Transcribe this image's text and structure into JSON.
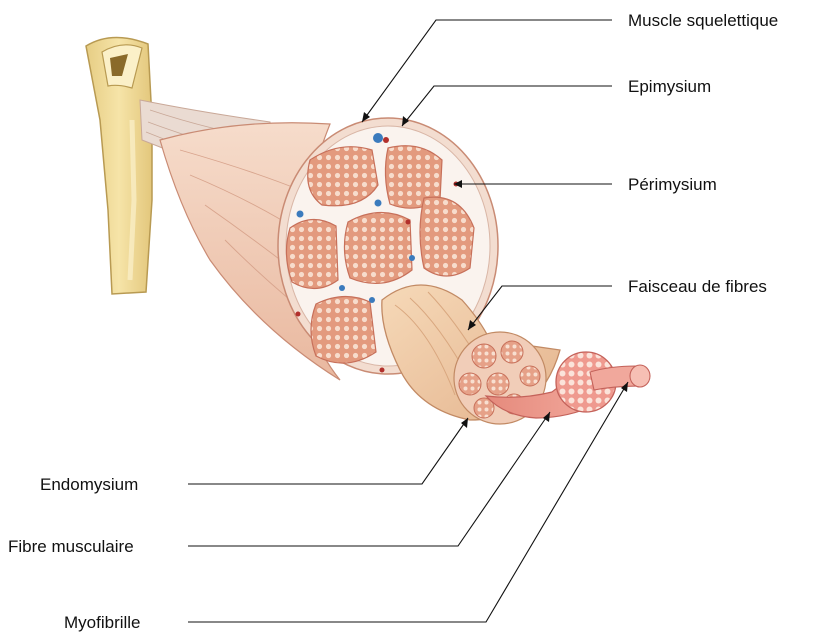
{
  "labels": {
    "muscle_squelettique": "Muscle squelettique",
    "epimysium": "Epimysium",
    "perimysium": "Périmysium",
    "faisceau_de_fibres": "Faisceau de fibres",
    "endomysium": "Endomysium",
    "fibre_musculaire": "Fibre musculaire",
    "myofibrille": "Myofibrille"
  },
  "colors": {
    "bone": "#f3dea0",
    "bone_outline": "#c9ad62",
    "muscle_sheath": "#f2d0bd",
    "tendon": "#ead9cf",
    "fascicle": "#e39a7e",
    "fascicle_dots": "#f7dccc",
    "perimysium_bg": "#faf2ec",
    "fibre": "#e88a82",
    "vessel_red": "#b2302c",
    "vessel_blue": "#3b7bbd"
  }
}
